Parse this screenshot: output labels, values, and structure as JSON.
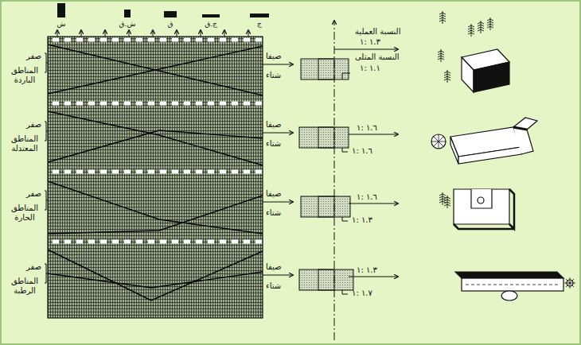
{
  "diagram": {
    "labels": [
      "ش",
      "ش.ق",
      "ق",
      "ج.ق",
      "ج",
      "صفر",
      "المناطق الباردة",
      "صيفا",
      "شتاء",
      "النسبة العملية",
      "١.٣ :١",
      "النسبة المثلى",
      "١.١ :١",
      "صفر",
      "المناطق المعتدلة",
      "صيفا",
      "شتاء",
      "١.٦ :١",
      "١.٦ :١",
      "صفر",
      "المناطق الحارة",
      "صيفا",
      "شتاء",
      "١.٦ :١",
      "١.٣ :١",
      "صفر",
      "المناطق الرطبة",
      "صيفا",
      "شتاء",
      "١.٣ :١",
      "١.٧ :١"
    ]
  }
}
